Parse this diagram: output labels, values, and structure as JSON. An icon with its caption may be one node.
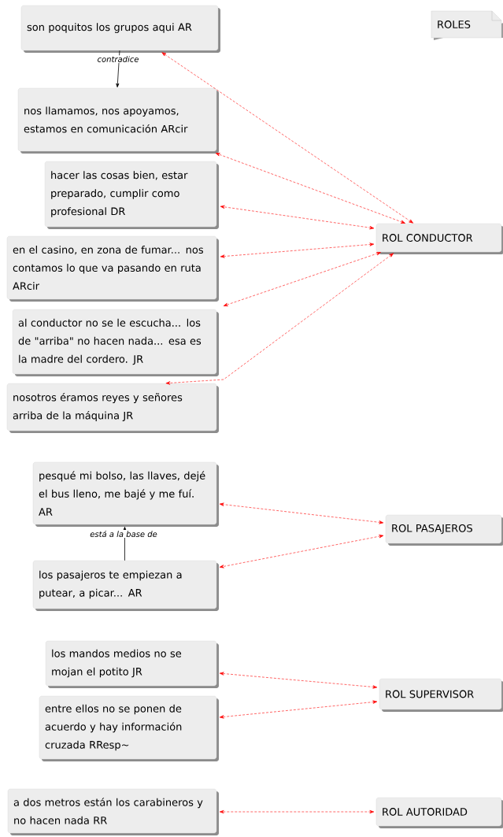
{
  "diagram": {
    "nodes": [
      {
        "text": [
          "son poquitos los grupos aqui AR"
        ]
      },
      {
        "text": [
          "ROLES"
        ]
      },
      {
        "text": [
          "nos llamamos, nos apoyamos, estamos en comunicación ARcir"
        ]
      },
      {
        "text": [
          "hacer las cosas bien, estar preparado, cumplir como profesional DR"
        ]
      },
      {
        "text": [
          "ROL CONDUCTOR"
        ]
      },
      {
        "text": [
          "en el casino, en zona de fumar... nos contamos lo que va pasando en ruta ARcir"
        ]
      },
      {
        "text": [
          "al conductor no se le escucha... los de \"arriba\" no hacen nada... esa es la madre del cordero. JR"
        ]
      },
      {
        "text": [
          "nosotros éramos reyes y señores arriba de la máquina JR"
        ]
      },
      {
        "text": [
          "pesqué mi bolso, las llaves, dejé el bus lleno, me bajé y me fuí. AR"
        ]
      },
      {
        "text": [
          "ROL PASAJEROS"
        ]
      },
      {
        "text": [
          "los pasajeros te empiezan a putear, a picar... AR"
        ]
      },
      {
        "text": [
          "los mandos medios no se mojan el potito JR"
        ]
      },
      {
        "text": [
          "ROL SUPERVISOR"
        ]
      },
      {
        "text": [
          "entre ellos no se ponen de acuerdo y hay información cruzada RResp~"
        ]
      },
      {
        "text": [
          "a dos metros están los carabineros y no hacen nada RR"
        ]
      },
      {
        "text": [
          "ROL AUTORIDAD"
        ]
      }
    ],
    "edges": [
      {
        "from": 0,
        "to": 2,
        "arrow": "to",
        "label": "contradice",
        "color": "#000000"
      },
      {
        "from": 4,
        "to": 0,
        "arrow": "both",
        "style": "dashed"
      },
      {
        "from": 4,
        "to": 2,
        "arrow": "both",
        "style": "dashed"
      },
      {
        "from": 4,
        "to": 3,
        "arrow": "both",
        "style": "dashed"
      },
      {
        "from": 4,
        "to": 5,
        "arrow": "both",
        "style": "dashed"
      },
      {
        "from": 4,
        "to": 6,
        "arrow": "both",
        "style": "dashed"
      },
      {
        "from": 4,
        "to": 7,
        "arrow": "both",
        "style": "dashed"
      },
      {
        "from": 10,
        "to": 8,
        "arrow": "to",
        "label": "está a la base de",
        "color": "#000000"
      },
      {
        "from": 9,
        "to": 8,
        "arrow": "both",
        "style": "dashed"
      },
      {
        "from": 9,
        "to": 10,
        "arrow": "both",
        "style": "dashed"
      },
      {
        "from": 12,
        "to": 11,
        "arrow": "both",
        "style": "dashed"
      },
      {
        "from": 12,
        "to": 13,
        "arrow": "both",
        "style": "dashed"
      },
      {
        "from": 15,
        "to": 14,
        "arrow": "both",
        "style": "dashed"
      }
    ]
  }
}
